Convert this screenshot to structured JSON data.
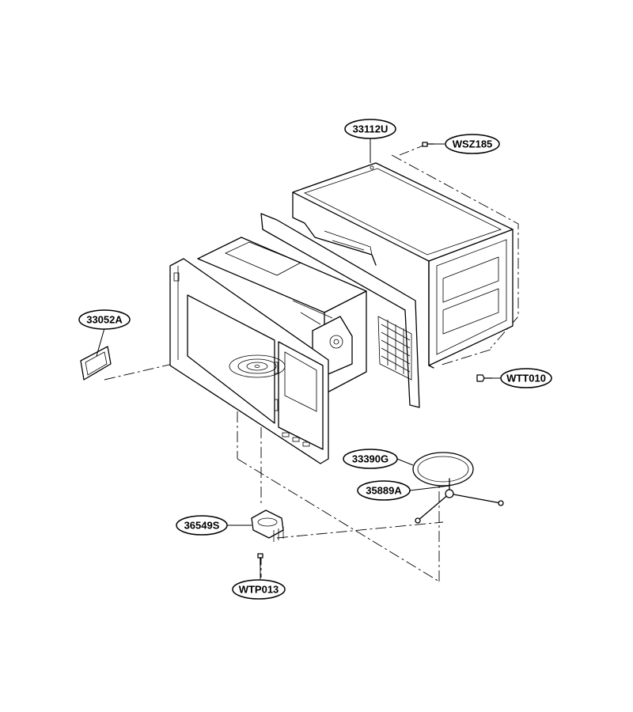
{
  "parts": [
    {
      "id": "cabinet",
      "code": "33112U"
    },
    {
      "id": "screw-top",
      "code": "WSZ185"
    },
    {
      "id": "cover-plate",
      "code": "33052A"
    },
    {
      "id": "screw-rear",
      "code": "WTT010"
    },
    {
      "id": "glass-tray",
      "code": "33390G"
    },
    {
      "id": "roller-guide",
      "code": "35889A"
    },
    {
      "id": "turntable-motor",
      "code": "36549S"
    },
    {
      "id": "motor-screw",
      "code": "WTP013"
    }
  ]
}
